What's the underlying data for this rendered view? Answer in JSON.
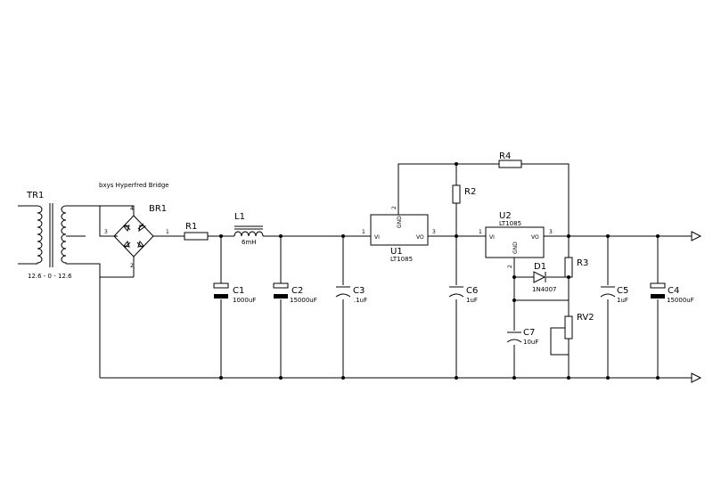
{
  "components": {
    "tr1": {
      "ref": "TR1",
      "value": "12.6 - 0 - 12.6"
    },
    "br1": {
      "ref": "BR1",
      "value": "bxys Hyperfred Bridge",
      "pin_4": "4",
      "pin_3": "3",
      "pin_1": "1",
      "pin_2": "2"
    },
    "r1": {
      "ref": "R1"
    },
    "l1": {
      "ref": "L1",
      "value": "6mH"
    },
    "c1": {
      "ref": "C1",
      "value": "1000uF"
    },
    "c2": {
      "ref": "C2",
      "value": "15000uF"
    },
    "c3": {
      "ref": "C3",
      "value": ".1uF"
    },
    "u1": {
      "ref": "U1",
      "value": "LT1085",
      "pin_vi": "VI",
      "pin_vo": "VO",
      "pin_gnd": "GND",
      "pin_1": "1",
      "pin_2": "2",
      "pin_3": "3"
    },
    "r2": {
      "ref": "R2"
    },
    "r4": {
      "ref": "R4"
    },
    "c6": {
      "ref": "C6",
      "value": "1uF"
    },
    "u2": {
      "ref": "U2",
      "value": "LT1085",
      "pin_vi": "VI",
      "pin_vo": "VO",
      "pin_gnd": "GND",
      "pin_1": "1",
      "pin_2": "2",
      "pin_3": "3"
    },
    "d1": {
      "ref": "D1",
      "value": "1N4007"
    },
    "r3": {
      "ref": "R3"
    },
    "c7": {
      "ref": "C7",
      "value": "10uF"
    },
    "rv2": {
      "ref": "RV2"
    },
    "c5": {
      "ref": "C5",
      "value": "1uF"
    },
    "c4": {
      "ref": "C4",
      "value": "15000uF"
    }
  }
}
